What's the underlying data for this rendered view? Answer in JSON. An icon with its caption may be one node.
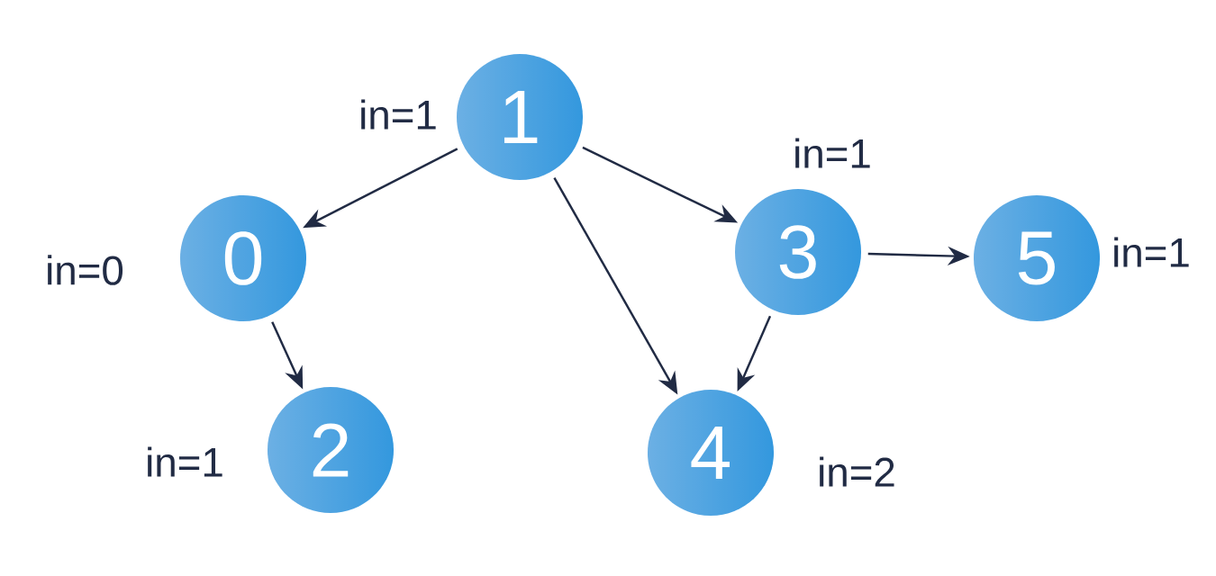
{
  "diagram": {
    "nodes": [
      {
        "text": [
          "1"
        ],
        "beside": [
          "in=1"
        ]
      },
      {
        "text": [
          "0"
        ],
        "beside": [
          "in=0"
        ]
      },
      {
        "text": [
          "3"
        ],
        "beside": [
          "in=1"
        ]
      },
      {
        "text": [
          "5"
        ],
        "beside": [
          "in=1"
        ]
      },
      {
        "text": [
          "2"
        ],
        "beside": [
          "in=1"
        ]
      },
      {
        "text": [
          "4"
        ],
        "beside": [
          "in=2"
        ]
      }
    ],
    "edges": [
      {
        "from": 0,
        "to": 1,
        "arrow": "to"
      },
      {
        "from": 0,
        "to": 2,
        "arrow": "to"
      },
      {
        "from": 0,
        "to": 5,
        "arrow": "to"
      },
      {
        "from": 1,
        "to": 4,
        "arrow": "to"
      },
      {
        "from": 2,
        "to": 3,
        "arrow": "to"
      },
      {
        "from": 2,
        "to": 5,
        "arrow": "to"
      }
    ]
  }
}
